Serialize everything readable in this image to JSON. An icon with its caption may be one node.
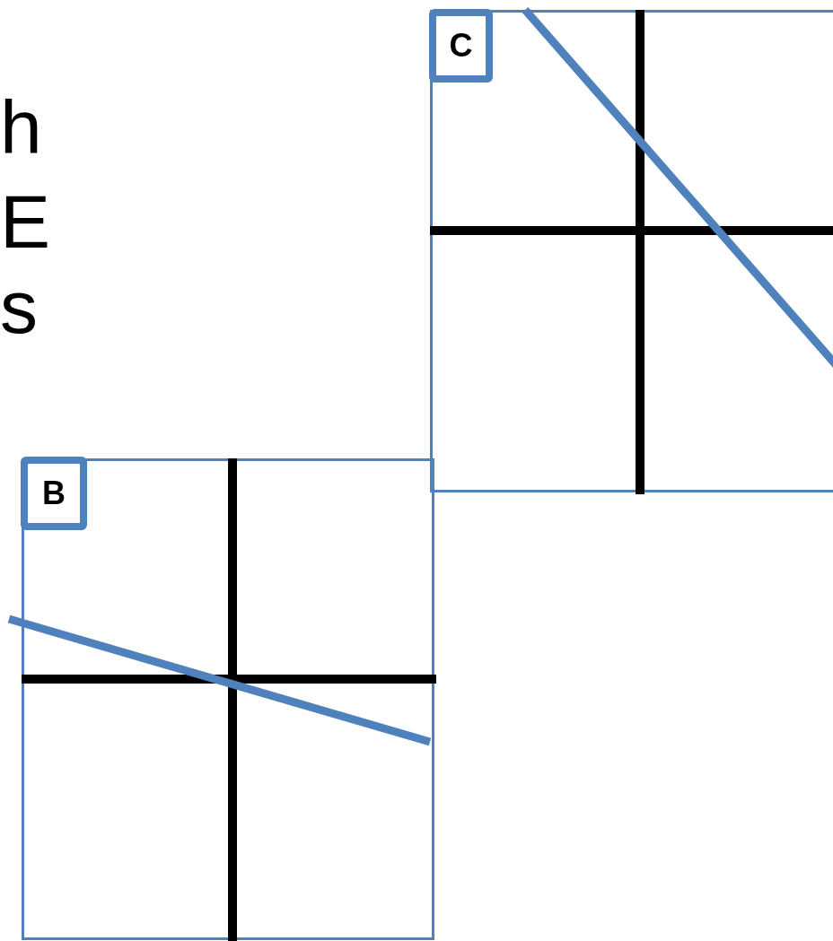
{
  "diagram": {
    "nodes": [
      {
        "text": [
          "C"
        ]
      },
      {
        "text": [
          "B"
        ]
      }
    ],
    "labels": [
      "h",
      "E",
      "s"
    ]
  }
}
